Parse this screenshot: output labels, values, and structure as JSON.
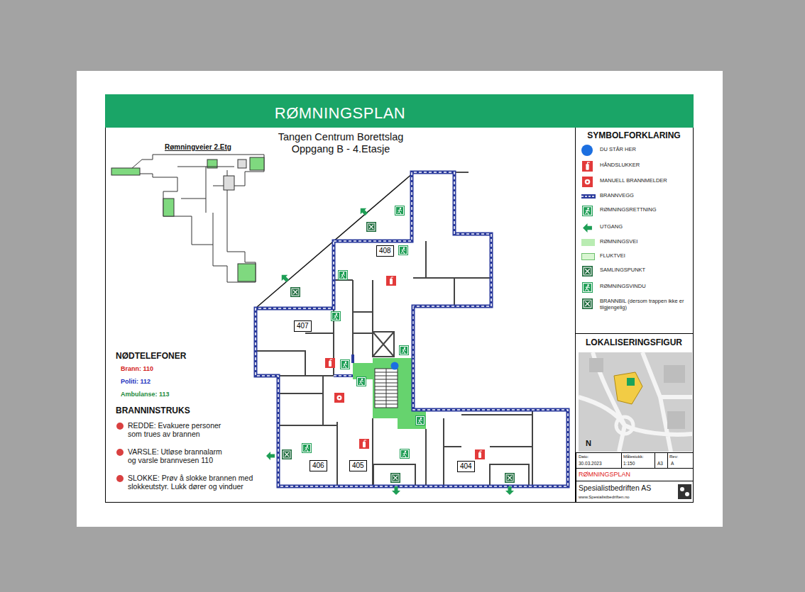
{
  "diagram": {
    "title": "RØMNINGSPLAN",
    "nodes": [
      {
        "text": [
          "408"
        ]
      },
      {
        "text": [
          "407"
        ]
      },
      {
        "text": [
          "406"
        ]
      },
      {
        "text": [
          "405"
        ]
      },
      {
        "text": [
          "404"
        ]
      }
    ],
    "labels": [
      "Tangen Centrum Borettslag",
      "Oppgang B - 4.Etasje",
      "Rømningveier 2.Etg",
      "NØDTELEFONER",
      "Brann: 110",
      "Politi: 112",
      "Ambulanse: 113",
      "BRANNINSTRUKS",
      "REDDE: Evakuere personer som trues av brannen",
      "VARSLE: Utløse brannalarm og varsle brannvesen 110",
      "SLOKKE: Prøv å slokke brannen med slokkeutstyr. Lukk dører og vinduer",
      "SYMBOLFORKLARING",
      "LOKALISERINGSFIGUR",
      "N",
      "Dato:",
      "30.03.2023",
      "Målestokk:",
      "1:150",
      "A3",
      "Rev:",
      "A",
      "RØMNINGSPLAN",
      "Spesialistbedriften AS",
      "www.Spesialistbedriften.no"
    ],
    "legend": [
      {
        "text": "DU STÅR HER",
        "color": "#1c6fe0"
      },
      {
        "text": "HÅNDSLUKKER"
      },
      {
        "text": "MANUELL BRANNMELDER"
      },
      {
        "text": "BRANNVEGG"
      },
      {
        "text": "RØMNINGSRETTNING"
      },
      {
        "text": "UTGANG"
      },
      {
        "text": "RØMNINGSVEI",
        "color": "#b9ecb2"
      },
      {
        "text": "FLUKTVEI",
        "color": "#d9f6d2"
      },
      {
        "text": "SAMLINGSPUNKT"
      },
      {
        "text": "RØMNINGSVINDU"
      },
      {
        "text": "BRANNBIL (dersom trappen ikke er tilgjengelig)"
      }
    ]
  }
}
